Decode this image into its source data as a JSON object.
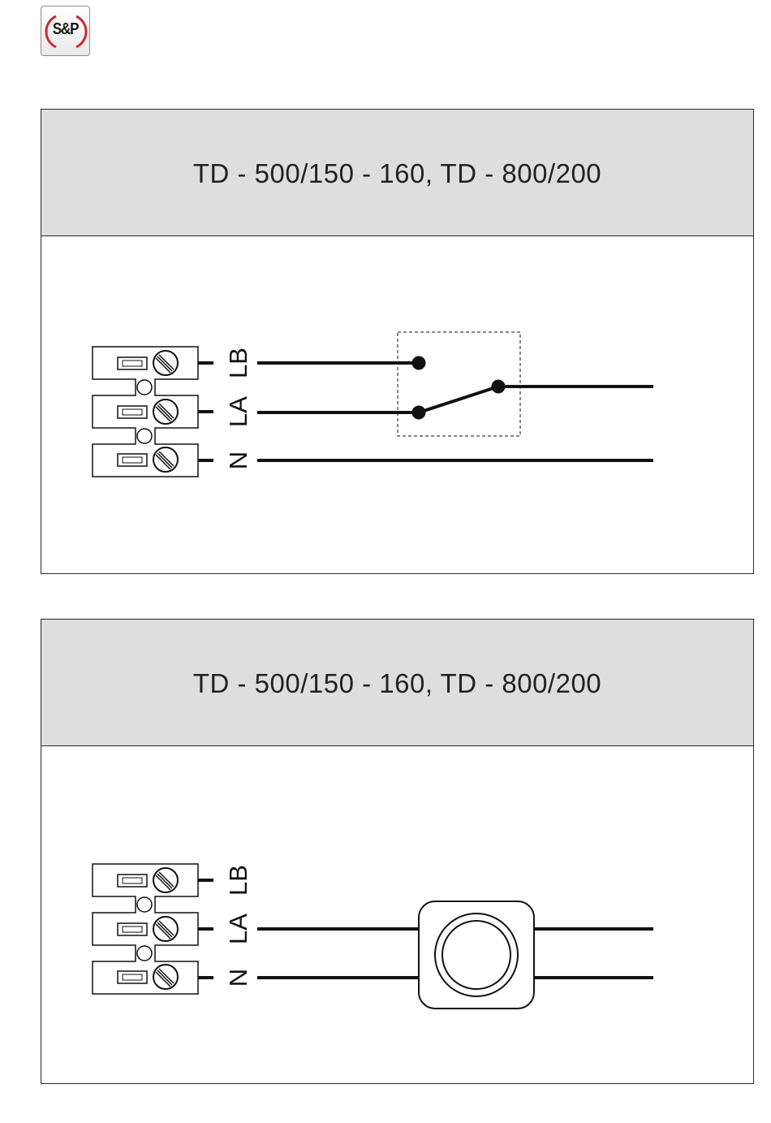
{
  "logo": {
    "text": "S&P",
    "accent_color": "#d7262c"
  },
  "panels": [
    {
      "title": "TD - 500/150 - 160, TD - 800/200",
      "terminals": [
        "LB",
        "LA",
        "N"
      ],
      "device": "two-way-switch"
    },
    {
      "title": "TD - 500/150 - 160, TD - 800/200",
      "terminals": [
        "LB",
        "LA",
        "N"
      ],
      "device": "round-control-unit"
    }
  ],
  "colors": {
    "header_bg": "#dedede",
    "line": "#111111"
  }
}
